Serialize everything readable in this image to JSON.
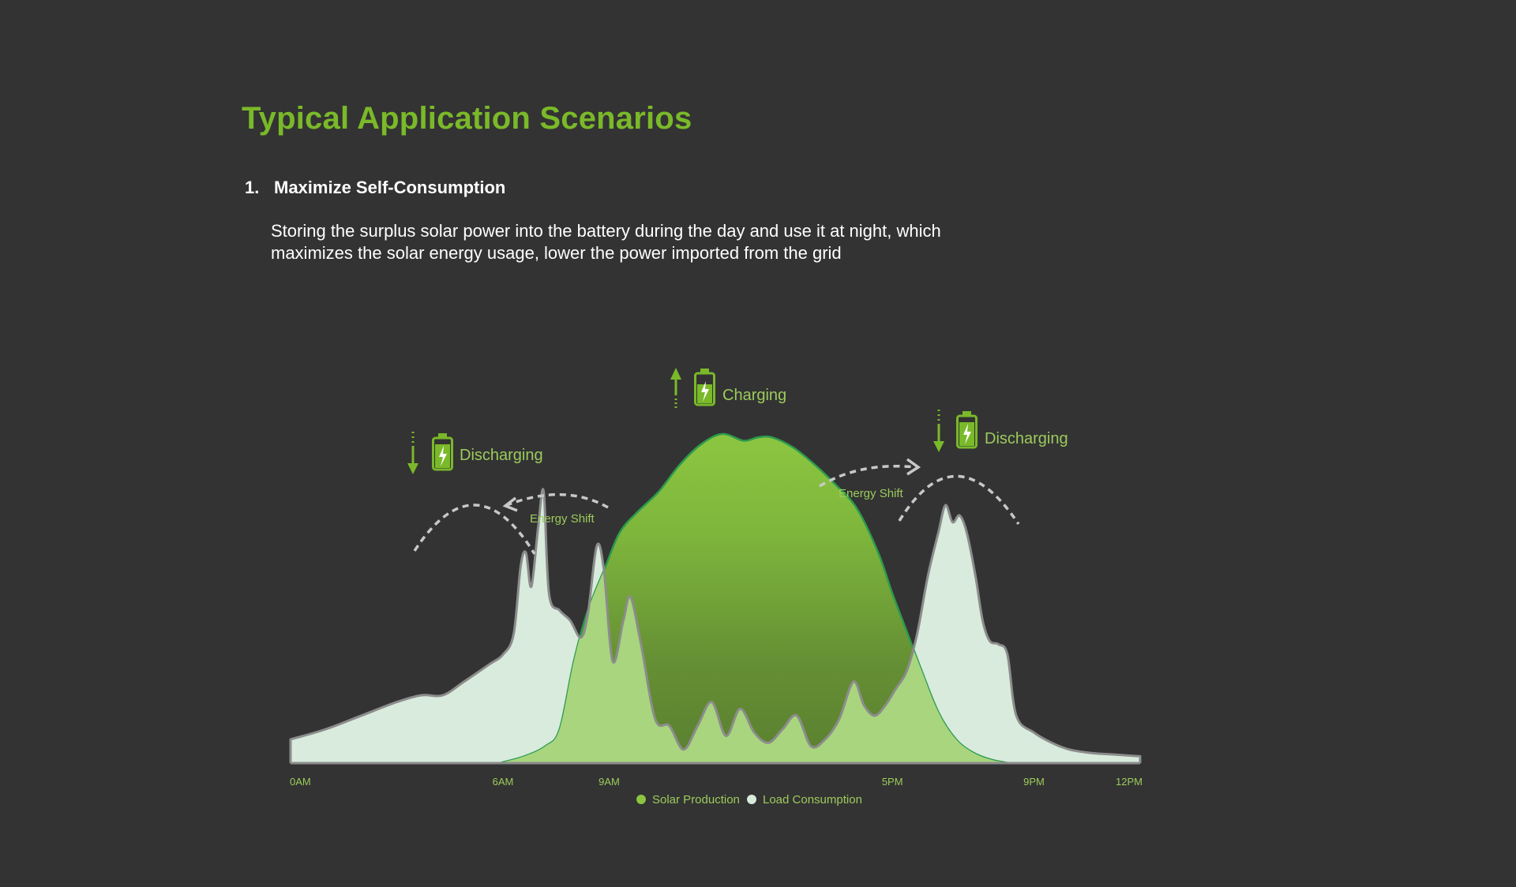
{
  "page": {
    "title": "Typical Application Scenarios",
    "section_number": "1.",
    "section_title": "Maximize Self-Consumption",
    "description_lines": [
      "Storing the surplus solar power into the battery during the day and use it at night, which",
      "maximizes the solar energy usage, lower the power imported from the grid"
    ]
  },
  "icons": {
    "discharging": "battery-discharging-icon",
    "charging": "battery-charging-icon",
    "arrow_down": "arrow-down-icon",
    "arrow_up": "arrow-up-icon"
  },
  "colors": {
    "background": "#333333",
    "accent_green": "#7ab929",
    "solar_fill_light": "#8cc640",
    "solar_fill_dark": "#5f8a30",
    "solar_stroke": "#2c9a4e",
    "load_fill": "#d8ebdd",
    "load_stroke": "#8c8c8c",
    "label_text": "#9ccb5c",
    "dashed_arc": "#c8c8c8"
  },
  "chart_data": {
    "type": "area",
    "x_ticks": [
      {
        "label": "0AM",
        "hour": 0
      },
      {
        "label": "6AM",
        "hour": 6
      },
      {
        "label": "9AM",
        "hour": 9
      },
      {
        "label": "5PM",
        "hour": 17
      },
      {
        "label": "9PM",
        "hour": 21
      },
      {
        "label": "12PM",
        "hour": 24
      }
    ],
    "xlim": [
      0,
      24
    ],
    "ylim": [
      0,
      1
    ],
    "grid": false,
    "legend_placement": "bottom-center",
    "series": [
      {
        "name": "Solar Production",
        "color": "#8cc640",
        "points": [
          [
            5.9,
            0.0
          ],
          [
            6.6,
            0.02
          ],
          [
            7.2,
            0.05
          ],
          [
            7.6,
            0.1
          ],
          [
            8.0,
            0.3
          ],
          [
            8.4,
            0.45
          ],
          [
            8.9,
            0.58
          ],
          [
            9.3,
            0.68
          ],
          [
            9.8,
            0.74
          ],
          [
            10.4,
            0.8
          ],
          [
            11.0,
            0.88
          ],
          [
            11.6,
            0.94
          ],
          [
            12.2,
            0.97
          ],
          [
            12.8,
            0.95
          ],
          [
            13.2,
            0.96
          ],
          [
            13.6,
            0.96
          ],
          [
            14.2,
            0.93
          ],
          [
            14.8,
            0.88
          ],
          [
            15.4,
            0.82
          ],
          [
            16.0,
            0.75
          ],
          [
            16.6,
            0.62
          ],
          [
            17.0,
            0.5
          ],
          [
            17.4,
            0.39
          ],
          [
            17.8,
            0.28
          ],
          [
            18.3,
            0.15
          ],
          [
            18.8,
            0.07
          ],
          [
            19.3,
            0.03
          ],
          [
            19.8,
            0.01
          ],
          [
            20.3,
            0.0
          ]
        ]
      },
      {
        "name": "Load Consumption",
        "color": "#d8ebdd",
        "points": [
          [
            0.0,
            0.07
          ],
          [
            1.0,
            0.1
          ],
          [
            2.0,
            0.14
          ],
          [
            3.0,
            0.18
          ],
          [
            3.7,
            0.2
          ],
          [
            4.3,
            0.2
          ],
          [
            4.9,
            0.24
          ],
          [
            5.6,
            0.29
          ],
          [
            6.0,
            0.32
          ],
          [
            6.3,
            0.38
          ],
          [
            6.5,
            0.58
          ],
          [
            6.65,
            0.62
          ],
          [
            6.8,
            0.52
          ],
          [
            7.0,
            0.7
          ],
          [
            7.15,
            0.8
          ],
          [
            7.3,
            0.5
          ],
          [
            7.6,
            0.45
          ],
          [
            7.9,
            0.42
          ],
          [
            8.2,
            0.37
          ],
          [
            8.4,
            0.44
          ],
          [
            8.65,
            0.64
          ],
          [
            8.85,
            0.57
          ],
          [
            9.1,
            0.3
          ],
          [
            9.4,
            0.42
          ],
          [
            9.6,
            0.49
          ],
          [
            9.9,
            0.35
          ],
          [
            10.3,
            0.13
          ],
          [
            10.7,
            0.11
          ],
          [
            11.1,
            0.04
          ],
          [
            11.5,
            0.11
          ],
          [
            11.9,
            0.18
          ],
          [
            12.3,
            0.08
          ],
          [
            12.7,
            0.16
          ],
          [
            13.1,
            0.09
          ],
          [
            13.5,
            0.06
          ],
          [
            13.9,
            0.1
          ],
          [
            14.3,
            0.14
          ],
          [
            14.7,
            0.05
          ],
          [
            15.1,
            0.07
          ],
          [
            15.5,
            0.13
          ],
          [
            15.9,
            0.24
          ],
          [
            16.2,
            0.17
          ],
          [
            16.5,
            0.14
          ],
          [
            16.8,
            0.17
          ],
          [
            17.1,
            0.22
          ],
          [
            17.4,
            0.27
          ],
          [
            17.7,
            0.38
          ],
          [
            18.0,
            0.55
          ],
          [
            18.3,
            0.68
          ],
          [
            18.5,
            0.76
          ],
          [
            18.7,
            0.71
          ],
          [
            18.9,
            0.73
          ],
          [
            19.1,
            0.68
          ],
          [
            19.35,
            0.55
          ],
          [
            19.55,
            0.42
          ],
          [
            19.75,
            0.36
          ],
          [
            20.0,
            0.35
          ],
          [
            20.25,
            0.32
          ],
          [
            20.5,
            0.14
          ],
          [
            21.0,
            0.09
          ],
          [
            21.5,
            0.06
          ],
          [
            22.0,
            0.04
          ],
          [
            22.6,
            0.03
          ],
          [
            23.3,
            0.025
          ],
          [
            24.0,
            0.02
          ]
        ]
      }
    ],
    "annotations": [
      {
        "text": "Discharging",
        "icon": "battery-discharging-icon",
        "hour": 4.6,
        "arrow": "down"
      },
      {
        "text": "Charging",
        "icon": "battery-charging-icon",
        "hour": 11.8,
        "arrow": "up"
      },
      {
        "text": "Discharging",
        "icon": "battery-discharging-icon",
        "hour": 21.9,
        "arrow": "down"
      },
      {
        "text": "Energy Shift",
        "hour": 7.6,
        "direction": "left"
      },
      {
        "text": "Energy Shift",
        "hour": 15.7,
        "direction": "right"
      }
    ]
  }
}
